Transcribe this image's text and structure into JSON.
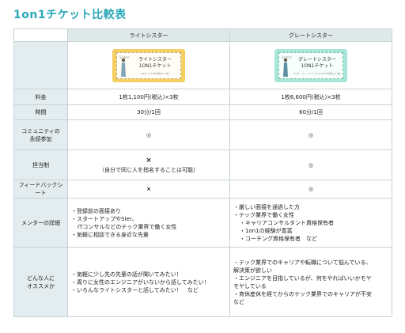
{
  "title": "1on1チケット比較表",
  "columns": {
    "lite": "ライトシスター",
    "great": "グレートシスター"
  },
  "tickets": {
    "lite": {
      "brand": "Sisterr",
      "line1": "ライトシスター",
      "line2": "1ON1チケット",
      "fine": "30分 1,100円(税込)×3枚",
      "color": "#f6cf63"
    },
    "great": {
      "brand": "Sisterr",
      "line1": "グレートシスター",
      "line2": "1ON1チケット",
      "fine": "60分・フィードバック 6,600円(税込)×3枚",
      "color": "#a7e6d7"
    }
  },
  "rows": {
    "price": {
      "label": "料金",
      "lite": "1枚1,100円(税込)×3枚",
      "great": "1枚6,600円(税込)×3枚"
    },
    "time": {
      "label": "時間",
      "lite": "30分/1回",
      "great": "60分/1回"
    },
    "community": {
      "label_line1": "コミュニティの",
      "label_line2": "永続参加",
      "lite": "◎",
      "great": "◎"
    },
    "assign": {
      "label": "担当制",
      "lite_mark": "×",
      "lite_note": "（自分で同じ人を指名することは可能）",
      "great": "◎"
    },
    "feedback": {
      "label": "フィードバックシート",
      "lite": "×",
      "great": "◎"
    },
    "mentor": {
      "label": "メンターの詳細",
      "lite": [
        "・登録前の面接あり",
        "・スタートアップやSIer、",
        "ITコンサルなどのテック業界で働く女性",
        "・気軽に相談できる身近な先輩"
      ],
      "great": [
        "・厳しい面接を通過した方",
        "・テック業界で働く女性",
        "・キャリアコンサルタント資格保有者",
        "・1on1の経験が豊富",
        "・コーチング資格保有者　など"
      ]
    },
    "recommend": {
      "label_line1": "どんな人に",
      "label_line2": "オススメか",
      "lite": [
        "・気軽に少し先の先輩の話が聞いてみたい！",
        "・周りに女性のエンジニアがいないから話してみたい！",
        "・いろんなライトシスターと話してみたい！　など"
      ],
      "great": [
        "・テック業界でのキャリアや転職について悩んでいる、",
        "解決策が欲しい",
        "・エンジニアを目指しているが、何をやればいいかモヤ",
        "モヤしている",
        "・育休産休を経てからのテック業界でのキャリアが不安",
        "など"
      ]
    }
  }
}
